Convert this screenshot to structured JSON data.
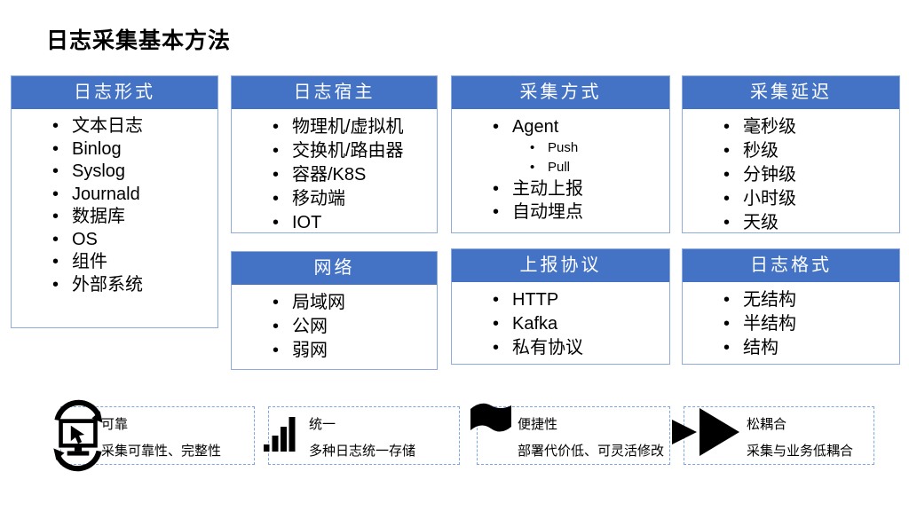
{
  "title": "日志采集基本方法",
  "colors": {
    "header_bg": "#4472C4",
    "header_text": "#FFFFFF",
    "panel_border": "#8FAADC",
    "feature_border": "#7EA6E0",
    "icon_color": "#000000",
    "body_text": "#000000"
  },
  "panels": [
    {
      "title": "日志形式",
      "items": [
        "文本日志",
        "Binlog",
        "Syslog",
        "Journald",
        "数据库",
        "OS",
        "组件",
        "外部系统"
      ]
    },
    {
      "title": "日志宿主",
      "items": [
        "物理机/虚拟机",
        "交换机/路由器",
        "容器/K8S",
        "移动端",
        "IOT"
      ]
    },
    {
      "title": "采集方式",
      "items": [
        "Agent",
        "主动上报",
        "自动埋点"
      ],
      "agent_subitems": [
        "Push",
        "Pull"
      ]
    },
    {
      "title": "采集延迟",
      "items": [
        "毫秒级",
        "秒级",
        "分钟级",
        "小时级",
        "天级"
      ]
    },
    {
      "title": "网络",
      "items": [
        "局域网",
        "公网",
        "弱网"
      ]
    },
    {
      "title": "上报协议",
      "items": [
        "HTTP",
        "Kafka",
        "私有协议"
      ]
    },
    {
      "title": "日志格式",
      "items": [
        "无结构",
        "半结构",
        "结构"
      ]
    }
  ],
  "features": [
    {
      "label": "可靠",
      "desc": "采集可靠性、完整性",
      "icon": "monitor-sync-icon"
    },
    {
      "label": "统一",
      "desc": "多种日志统一存储",
      "icon": "bar-chart-icon"
    },
    {
      "label": "便捷性",
      "desc": "部署代价低、可灵活修改",
      "icon": "flag-icon"
    },
    {
      "label": "松耦合",
      "desc": "采集与业务低耦合",
      "icon": "fast-forward-icon"
    }
  ]
}
